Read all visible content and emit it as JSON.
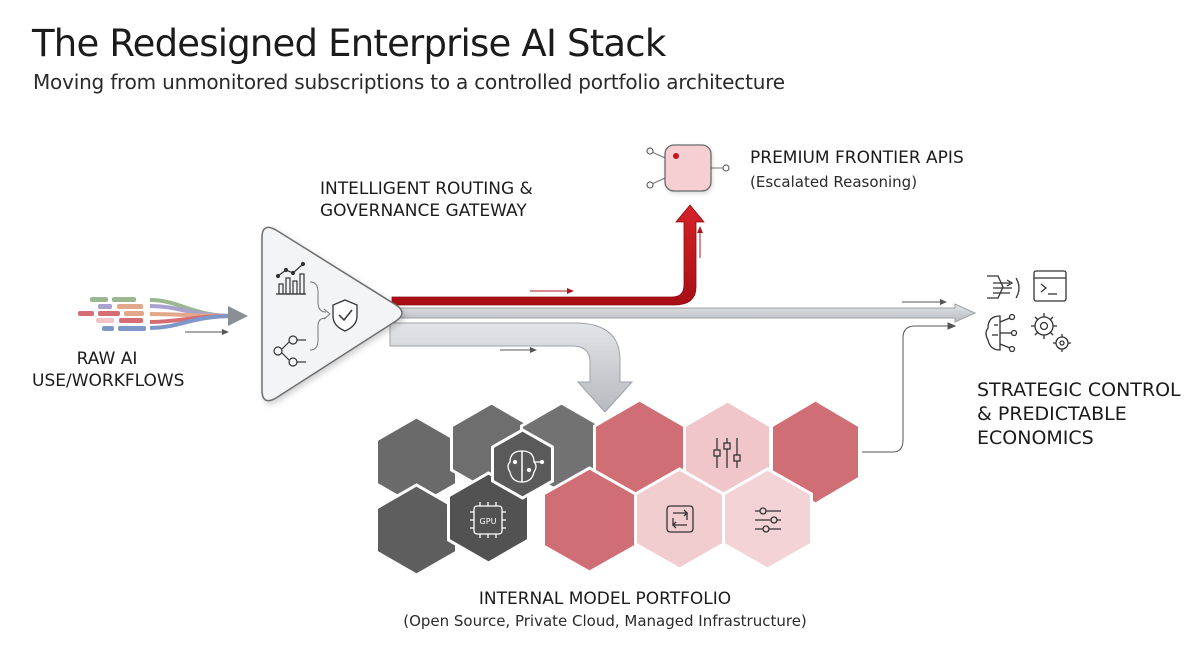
{
  "header": {
    "title": "The Redesigned Enterprise AI Stack",
    "subtitle": "Moving from unmonitored subscriptions to a controlled portfolio architecture"
  },
  "nodes": {
    "raw": {
      "line1": "RAW AI",
      "line2": "USE/WORKFLOWS"
    },
    "gateway": {
      "line1": "INTELLIGENT ROUTING &",
      "line2": "GOVERNANCE GATEWAY"
    },
    "premium": {
      "label": "PREMIUM FRONTIER APIs",
      "sublabel": "(Escalated Reasoning)"
    },
    "portfolio": {
      "label": "INTERNAL MODEL PORTFOLIO",
      "sublabel": "(Open Source, Private Cloud, Managed Infrastructure)"
    },
    "outcome": {
      "line1": "STRATEGIC CONTROL",
      "line2": "& PREDICTABLE",
      "line3": "ECONOMICS"
    }
  },
  "icons": {
    "gateway": [
      "chart-icon",
      "shield-check-icon",
      "flow-nodes-icon"
    ],
    "portfolio": [
      "brain-circuit-icon",
      "gpu-chip-icon",
      "mixer-sliders-icon",
      "swap-arrows-icon",
      "sliders-icon"
    ],
    "outcome": [
      "funnel-arrows-icon",
      "terminal-icon",
      "brain-network-icon",
      "gears-icon"
    ]
  },
  "colors": {
    "premium_route": "#c4141c",
    "main_route": "#c9ccd0",
    "hex_dark": "#5e5e5e",
    "hex_red": "#d06e75",
    "hex_pink": "#f2cdd0"
  }
}
